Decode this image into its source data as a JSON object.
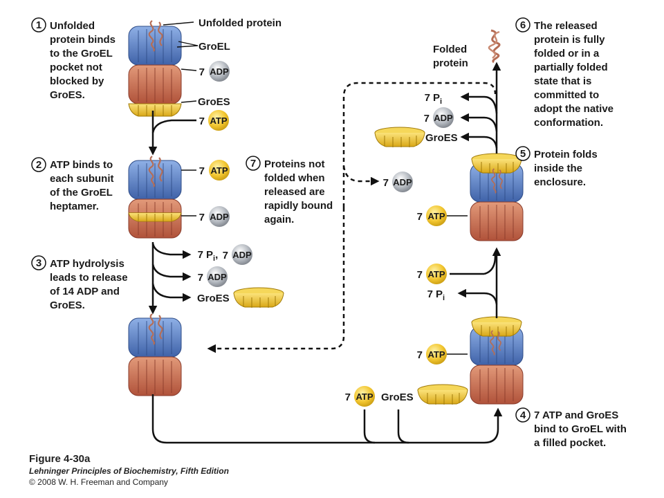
{
  "labels": {
    "unfolded_protein": "Unfolded protein",
    "groel": "GroEL",
    "groes": "GroES",
    "folded_protein_1": "Folded",
    "folded_protein_2": "protein",
    "atp": "ATP",
    "adp": "ADP",
    "seven": "7",
    "pi": "P",
    "pi_sub": "i",
    "pi_comma": ","
  },
  "steps": {
    "s1": {
      "num": "1",
      "lines": [
        "Unfolded",
        "protein binds",
        "to the GroEL",
        "pocket not",
        "blocked by",
        "GroES."
      ]
    },
    "s2": {
      "num": "2",
      "lines": [
        "ATP binds to",
        "each subunit",
        "of the GroEL",
        "heptamer."
      ]
    },
    "s3": {
      "num": "3",
      "lines": [
        "ATP hydrolysis",
        "leads to release",
        "of 14 ADP and",
        "GroES."
      ]
    },
    "s4": {
      "num": "4",
      "lines": [
        "7 ATP and GroES",
        "bind to GroEL with",
        "a filled pocket."
      ]
    },
    "s5": {
      "num": "5",
      "lines": [
        "Protein folds",
        "inside the",
        "enclosure."
      ]
    },
    "s6": {
      "num": "6",
      "lines": [
        "The released",
        "protein is fully",
        "folded or in a",
        "partially folded",
        "state that is",
        "committed to",
        "adopt the native",
        "conformation."
      ]
    },
    "s7": {
      "num": "7",
      "lines": [
        "Proteins not",
        "folded when",
        "released are",
        "rapidly bound",
        "again."
      ]
    }
  },
  "caption": {
    "figure": "Figure 4-30a",
    "book": "Lehninger Principles of Biochemistry, Fifth Edition",
    "copyright": "© 2008 W. H. Freeman and Company"
  },
  "colors": {
    "blue": "#5a7fc4",
    "orange": "#c96a4a",
    "yellow": "#f2c630",
    "grey": "#9aa0a8",
    "protein": "#c98a72"
  }
}
